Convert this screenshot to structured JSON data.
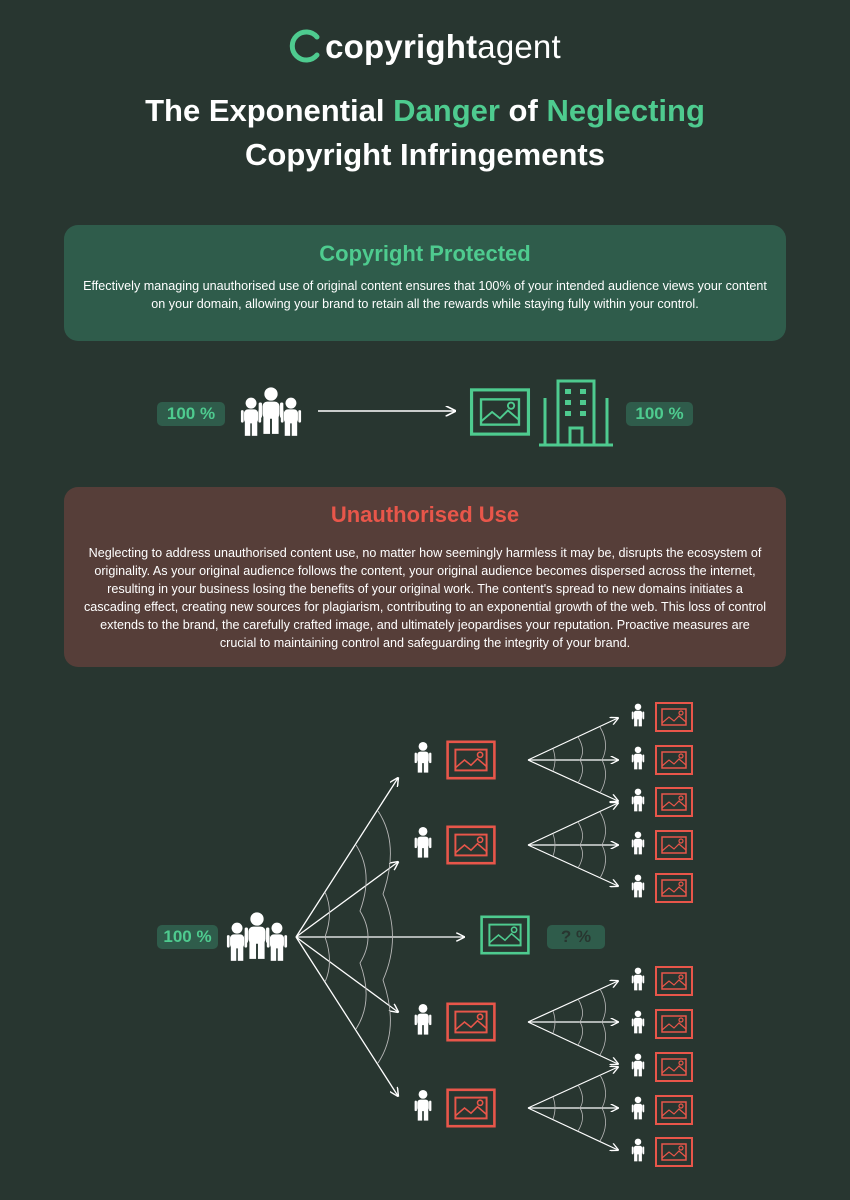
{
  "logo": {
    "bold": "copyright",
    "light": "agent"
  },
  "title": {
    "line1_a": "The Exponential ",
    "line1_b": "Danger",
    "line1_c": " of ",
    "line1_d": "Neglecting",
    "line2": "Copyright Infringements"
  },
  "protected": {
    "heading": "Copyright Protected",
    "body": "Effectively managing unauthorised use of original content ensures that 100% of your intended audience views your content on your domain, allowing your brand to retain all the rewards while staying fully within your control."
  },
  "diagram_top": {
    "left_badge": "100 %",
    "right_badge": "100 %"
  },
  "unauthorised": {
    "heading": "Unauthorised Use",
    "body": "Neglecting to address unauthorised content use, no matter how seemingly harmless it may be, disrupts the ecosystem of originality. As your original audience follows the content, your original audience becomes dispersed across the internet, resulting in your business losing the benefits of your original work. The content's spread to new domains initiates a cascading effect, creating new sources for plagiarism, contributing to an exponential growth of the web. This loss of control extends to the brand, the carefully crafted image, and ultimately jeopardises your reputation. Proactive measures are crucial to maintaining control and safeguarding the integrity of your brand."
  },
  "diagram_bottom": {
    "left_badge": "100 %",
    "right_badge": "? %"
  },
  "colors": {
    "background": "#283630",
    "green": "#4ecb8f",
    "red": "#e8564a",
    "green_panel": "#2f5c4b",
    "red_panel": "#563e39"
  }
}
